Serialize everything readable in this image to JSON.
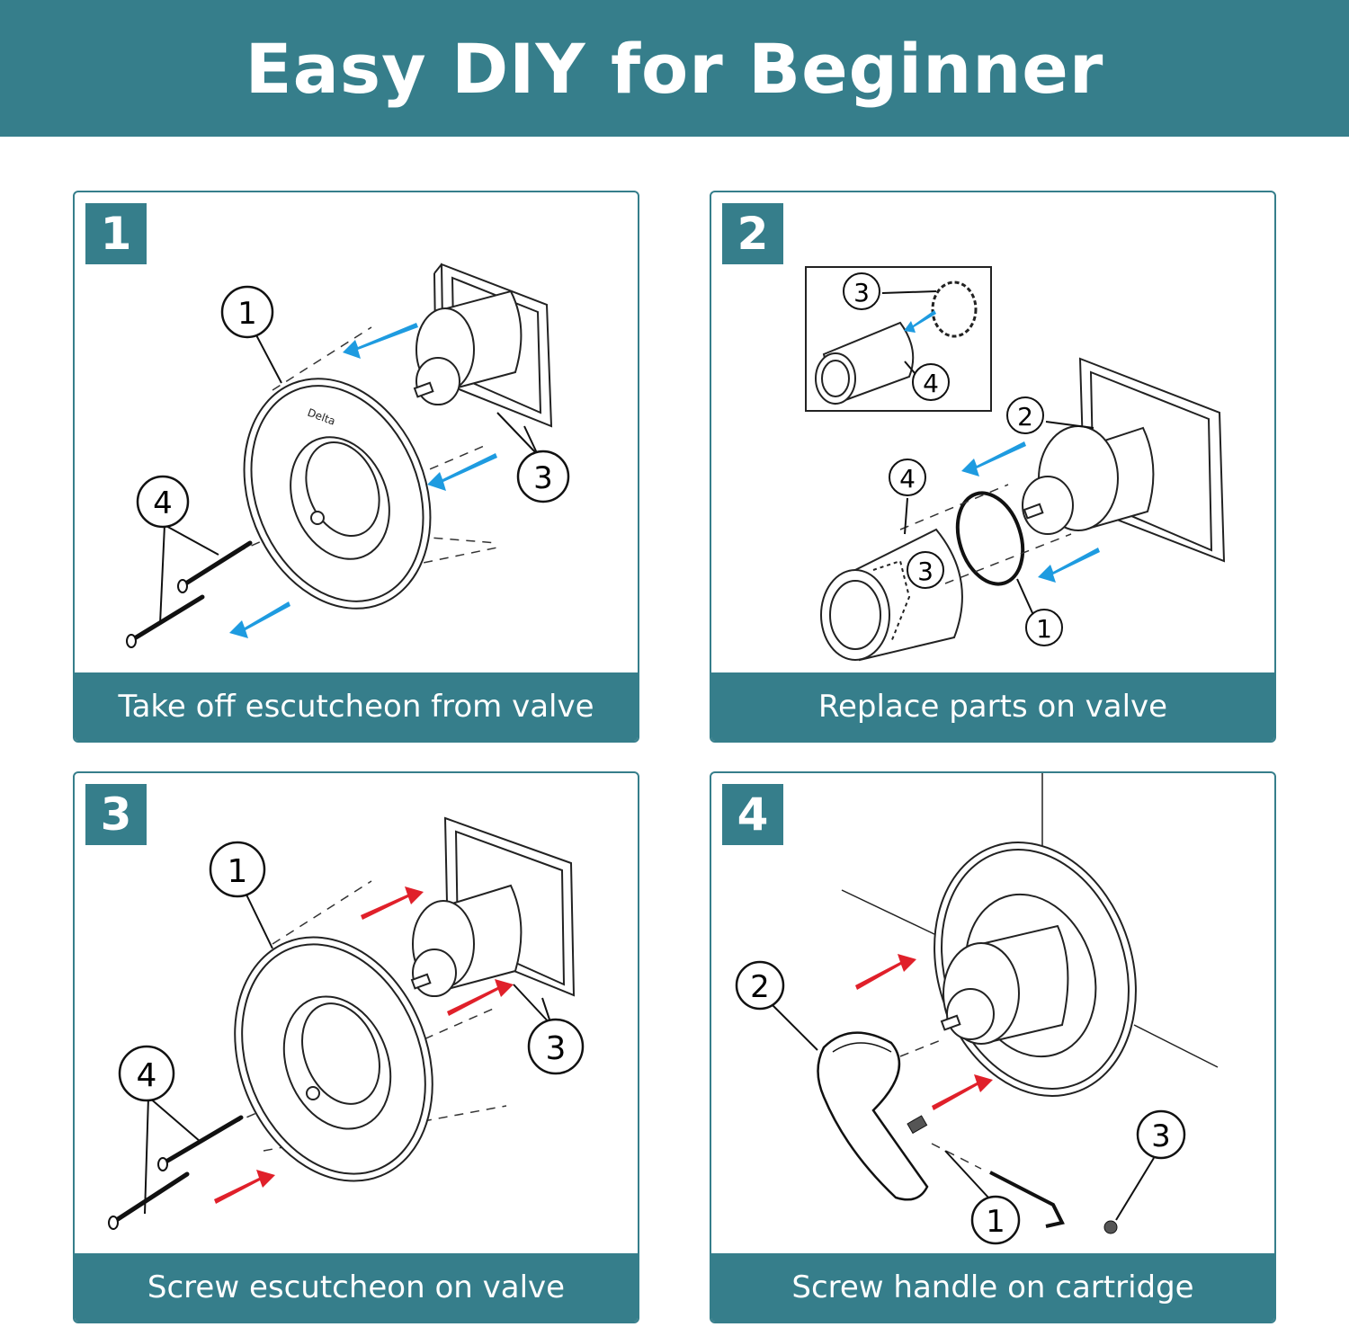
{
  "title": "Easy DIY for Beginner",
  "colors": {
    "teal": "#367e8b",
    "arrow_blue": "#1e9be0",
    "arrow_red": "#e0202a"
  },
  "steps": [
    {
      "number": "1",
      "caption": "Take off escutcheon from valve",
      "callouts": {
        "a": "1",
        "b": "3",
        "c": "4"
      },
      "brand": "Delta"
    },
    {
      "number": "2",
      "caption": "Replace parts on valve",
      "callouts": {
        "a": "3",
        "b": "4",
        "c": "2",
        "d": "4",
        "e": "3",
        "f": "1"
      }
    },
    {
      "number": "3",
      "caption": "Screw escutcheon on valve",
      "callouts": {
        "a": "1",
        "b": "3",
        "c": "4"
      }
    },
    {
      "number": "4",
      "caption": "Screw handle on cartridge",
      "callouts": {
        "a": "2",
        "b": "1",
        "c": "3"
      }
    }
  ]
}
